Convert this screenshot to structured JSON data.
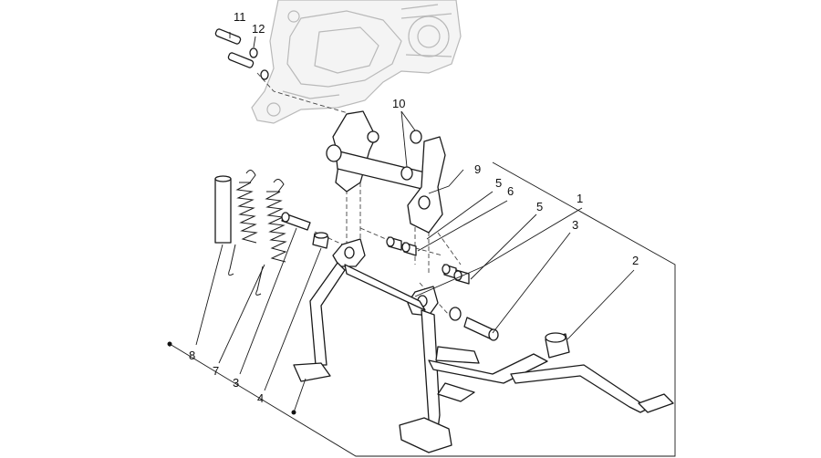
{
  "callouts": [
    {
      "id": "c1",
      "label": "1"
    },
    {
      "id": "c2",
      "label": "2"
    },
    {
      "id": "c3a",
      "label": "3"
    },
    {
      "id": "c3b",
      "label": "3"
    },
    {
      "id": "c4",
      "label": "4"
    },
    {
      "id": "c5a",
      "label": "5"
    },
    {
      "id": "c5b",
      "label": "5"
    },
    {
      "id": "c6",
      "label": "6"
    },
    {
      "id": "c7",
      "label": "7"
    },
    {
      "id": "c8",
      "label": "8"
    },
    {
      "id": "c9",
      "label": "9"
    },
    {
      "id": "c10",
      "label": "10"
    },
    {
      "id": "c11",
      "label": "11"
    },
    {
      "id": "c12",
      "label": "12"
    }
  ]
}
